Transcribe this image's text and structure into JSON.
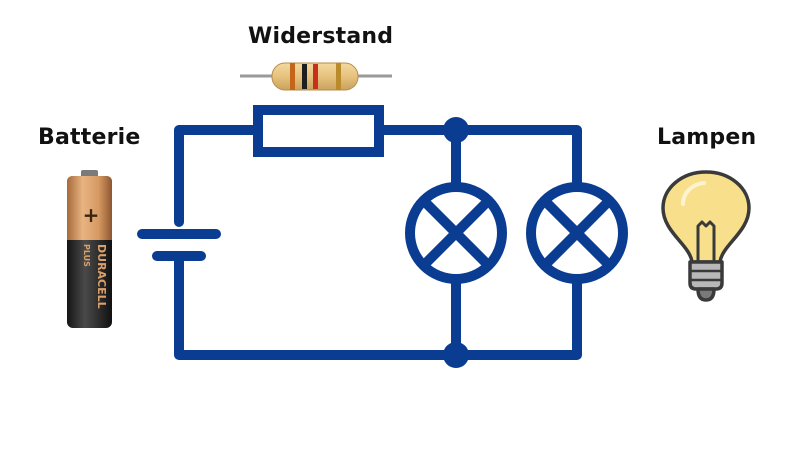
{
  "labels": {
    "resistor": "Widerstand",
    "battery": "Batterie",
    "lamps": "Lampen"
  },
  "battery_print": {
    "brand": "DURACELL",
    "line": "PLUS",
    "plus_sign": "+"
  },
  "colors": {
    "circuit_wire": "#0a3d91",
    "background": "#ffffff",
    "bulb_glass": "#f7df8c",
    "bulb_outline": "#3a3a3a",
    "battery_top": "#d9a06b",
    "battery_body": "#2f2f2f"
  }
}
